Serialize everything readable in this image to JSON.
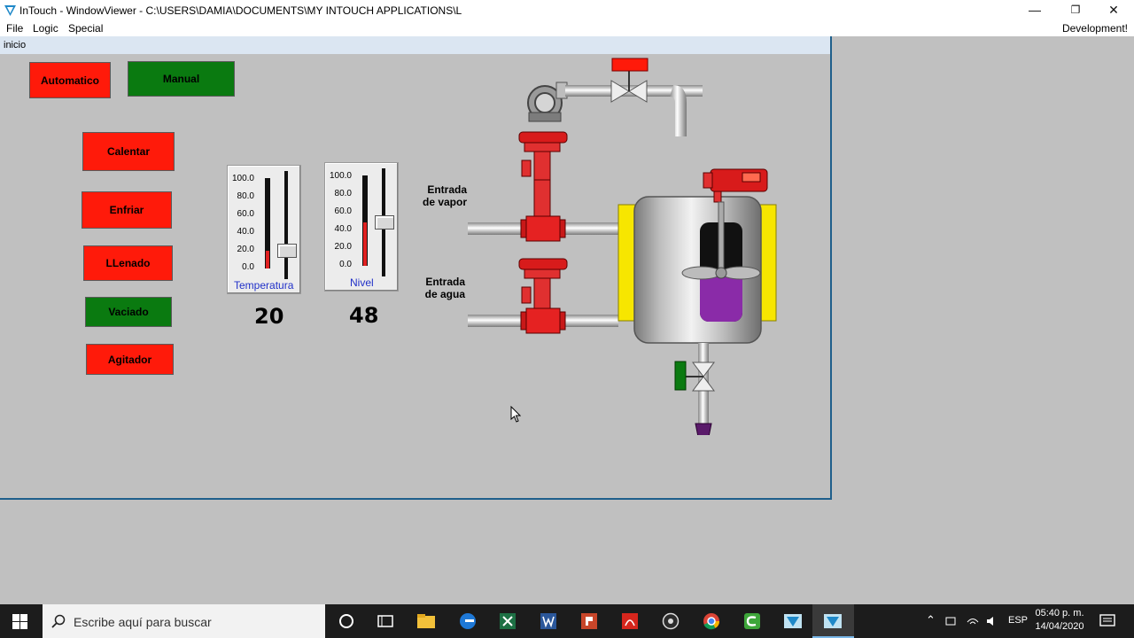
{
  "titlebar": {
    "title": "InTouch - WindowViewer - C:\\USERS\\DAMIA\\DOCUMENTS\\MY INTOUCH APPLICATIONS\\L",
    "minimize": "—",
    "restore": "❐",
    "close": "✕"
  },
  "menubar": {
    "items": [
      "File",
      "Logic",
      "Special"
    ],
    "mode": "Development!"
  },
  "window": {
    "caption": "inicio"
  },
  "buttons": {
    "automatico": "Automatico",
    "manual": "Manual",
    "calentar": "Calentar",
    "enfriar": "Enfriar",
    "llenado": "LLenado",
    "vaciado": "Vaciado",
    "agitador": "Agitador"
  },
  "sliders": {
    "ticks": [
      "100.0",
      "80.0",
      "60.0",
      "40.0",
      "20.0",
      "0.0"
    ],
    "temperatura": {
      "label": "Temperatura",
      "value": 20,
      "display": "20"
    },
    "nivel": {
      "label": "Nivel",
      "value": 48,
      "display": "48"
    }
  },
  "process": {
    "steam_inlet": [
      "Entrada",
      "de vapor"
    ],
    "water_inlet": [
      "Entrada",
      "de agua"
    ]
  },
  "colors": {
    "alarm_red": "#ff1a0a",
    "ok_green": "#0a7a10",
    "jacket_yellow": "#f7e600",
    "tank_liquid": "#8a2ba8"
  },
  "taskbar": {
    "search_placeholder": "Escribe aquí para buscar",
    "language": "ESP",
    "time": "05:40 p. m.",
    "date": "14/04/2020"
  }
}
